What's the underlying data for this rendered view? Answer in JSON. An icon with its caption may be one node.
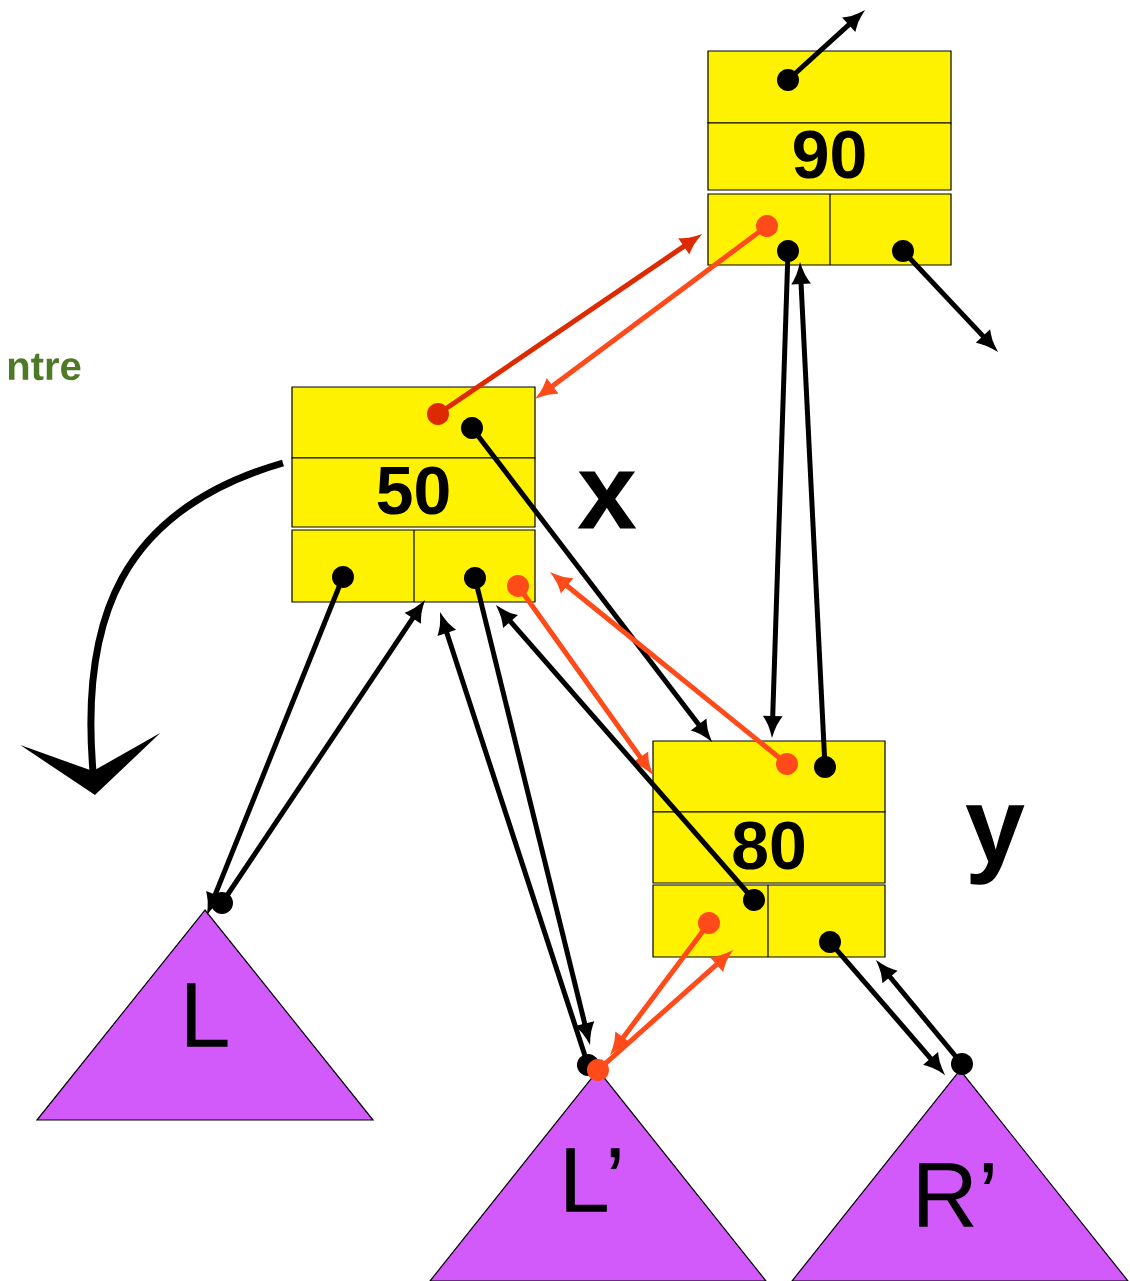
{
  "diagram": {
    "nodes": [
      {
        "text": [
          "90"
        ]
      },
      {
        "text": [
          "50"
        ]
      },
      {
        "text": [
          "80"
        ]
      },
      {
        "text": [
          "L"
        ]
      },
      {
        "text": [
          "L’"
        ]
      },
      {
        "text": [
          "R’"
        ]
      }
    ],
    "edges": [
      {
        "from": 0,
        "to": null,
        "arrow": "to"
      },
      {
        "from": 0,
        "to": null,
        "arrow": "to"
      },
      {
        "from": 1,
        "to": 0,
        "arrow": "to",
        "color": "#dd2a00"
      },
      {
        "from": 0,
        "to": 1,
        "arrow": "to",
        "color": "#ff4a1a"
      },
      {
        "from": 0,
        "to": 2,
        "arrow": "to"
      },
      {
        "from": 2,
        "to": 0,
        "arrow": "to"
      },
      {
        "from": 1,
        "to": 2,
        "arrow": "to"
      },
      {
        "from": 1,
        "to": 2,
        "arrow": "to",
        "color": "#ff4a1a"
      },
      {
        "from": 2,
        "to": 1,
        "arrow": "to",
        "color": "#ff4a1a"
      },
      {
        "from": 2,
        "to": 1,
        "arrow": "to"
      },
      {
        "from": 1,
        "to": 3,
        "arrow": "to"
      },
      {
        "from": 3,
        "to": 1,
        "arrow": "to"
      },
      {
        "from": 1,
        "to": 4,
        "arrow": "to"
      },
      {
        "from": 4,
        "to": 1,
        "arrow": "to"
      },
      {
        "from": 2,
        "to": 4,
        "arrow": "to",
        "color": "#ff4a1a"
      },
      {
        "from": 4,
        "to": 2,
        "arrow": "to",
        "color": "#ff4a1a"
      },
      {
        "from": 2,
        "to": 5,
        "arrow": "to"
      },
      {
        "from": 5,
        "to": 2,
        "arrow": "to"
      }
    ],
    "labels": [
      "ntre",
      "x",
      "y"
    ]
  }
}
